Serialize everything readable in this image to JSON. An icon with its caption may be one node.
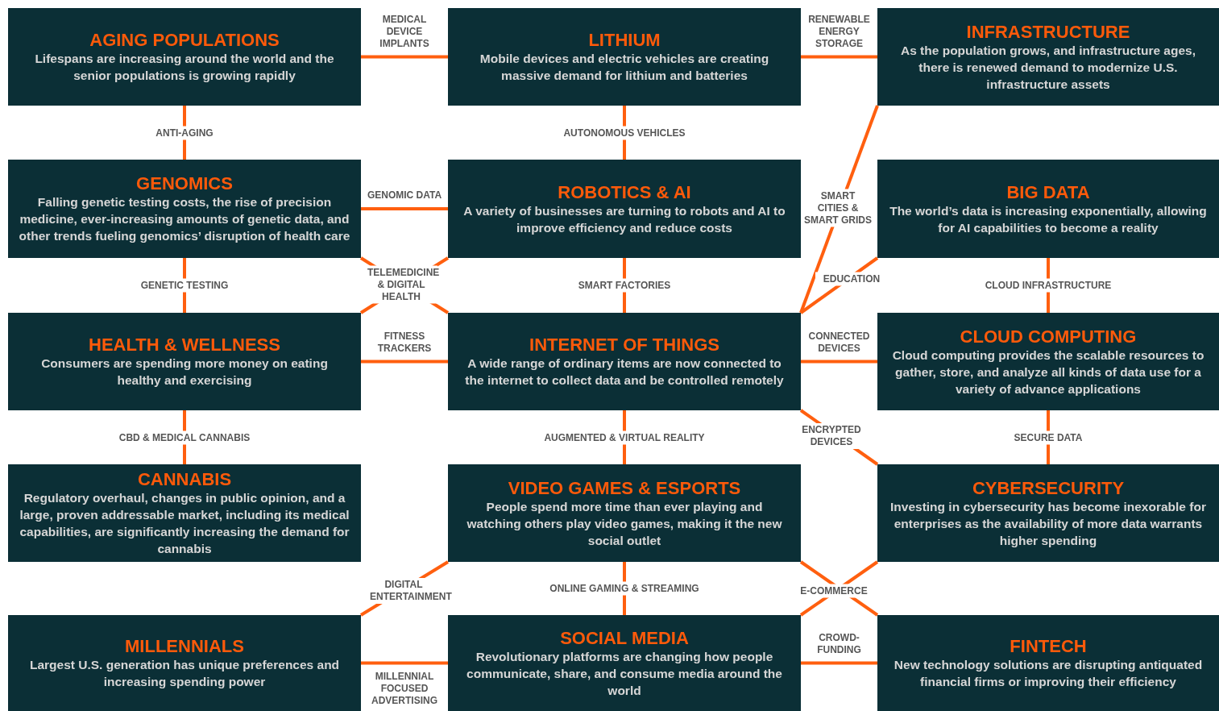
{
  "diagram": {
    "nodes": [
      {
        "text": [
          "AGING POPULATIONS",
          "Lifespans are increasing around the world and the senior populations is growing rapidly"
        ]
      },
      {
        "text": [
          "LITHIUM",
          "Mobile devices and electric vehicles are creating massive demand for lithium and batteries"
        ]
      },
      {
        "text": [
          "INFRASTRUCTURE",
          "As the population grows, and infrastructure ages, there is renewed demand to modernize U.S. infrastructure assets"
        ]
      },
      {
        "text": [
          "GENOMICS",
          "Falling genetic testing costs, the rise of precision medicine, ever-increasing amounts of genetic data, and other trends fueling genomics’ disruption of health care"
        ]
      },
      {
        "text": [
          "ROBOTICS & AI",
          "A variety of businesses are turning to robots and AI to improve efficiency and reduce costs"
        ]
      },
      {
        "text": [
          "BIG DATA",
          "The world’s data is increasing exponentially, allowing for AI capabilities to become a reality"
        ]
      },
      {
        "text": [
          "HEALTH & WELLNESS",
          "Consumers are spending more money on eating healthy and exercising"
        ]
      },
      {
        "text": [
          "INTERNET OF THINGS",
          "A wide range of ordinary items are now connected to the internet to collect data and be controlled remotely"
        ]
      },
      {
        "text": [
          "CLOUD COMPUTING",
          "Cloud computing provides the scalable resources to gather, store, and analyze all kinds of data use for a variety of advance applications"
        ]
      },
      {
        "text": [
          "CANNABIS",
          "Regulatory overhaul, changes in public opinion, and a large, proven addressable market, including its medical capabilities, are significantly increasing the demand for cannabis"
        ]
      },
      {
        "text": [
          "VIDEO GAMES & ESPORTS",
          "People spend more time than ever playing and watching others play video games, making it the new social outlet"
        ]
      },
      {
        "text": [
          "CYBERSECURITY",
          "Investing in cybersecurity has become inexorable for enterprises as the availability of more data warrants higher spending"
        ]
      },
      {
        "text": [
          "MILLENNIALS",
          "Largest U.S. generation has unique preferences and increasing spending power"
        ]
      },
      {
        "text": [
          "SOCIAL MEDIA",
          "Revolutionary platforms are changing how people communicate, share, and consume media around the world"
        ]
      },
      {
        "text": [
          "FINTECH",
          "New technology solutions are disrupting antiquated financial firms or improving their efficiency"
        ]
      }
    ],
    "edges": [
      {
        "from": 0,
        "to": 1,
        "arrow": "none",
        "label": "MEDICAL DEVICE IMPLANTS"
      },
      {
        "from": 1,
        "to": 2,
        "arrow": "none",
        "label": "RENEWABLE ENERGY STORAGE"
      },
      {
        "from": 0,
        "to": 3,
        "arrow": "none",
        "label": "ANTI-AGING"
      },
      {
        "from": 1,
        "to": 4,
        "arrow": "none",
        "label": "AUTONOMOUS VEHICLES"
      },
      {
        "from": 3,
        "to": 4,
        "arrow": "none",
        "label": "GENOMIC DATA"
      },
      {
        "from": 2,
        "to": 7,
        "arrow": "none",
        "label": "SMART CITIES & SMART GRIDS"
      },
      {
        "from": 3,
        "to": 6,
        "arrow": "none",
        "label": "GENETIC TESTING"
      },
      {
        "from": 3,
        "to": 7,
        "arrow": "none",
        "label": "TELEMEDICINE & DIGITAL HEALTH"
      },
      {
        "from": 4,
        "to": 6,
        "arrow": "none"
      },
      {
        "from": 4,
        "to": 7,
        "arrow": "none",
        "label": "SMART FACTORIES"
      },
      {
        "from": 5,
        "to": 7,
        "arrow": "none",
        "label": "EDUCATION"
      },
      {
        "from": 5,
        "to": 8,
        "arrow": "none",
        "label": "CLOUD INFRASTRUCTURE"
      },
      {
        "from": 6,
        "to": 7,
        "arrow": "none",
        "label": "FITNESS TRACKERS"
      },
      {
        "from": 7,
        "to": 8,
        "arrow": "none",
        "label": "CONNECTED DEVICES"
      },
      {
        "from": 6,
        "to": 9,
        "arrow": "none",
        "label": "CBD & MEDICAL CANNABIS"
      },
      {
        "from": 7,
        "to": 10,
        "arrow": "none",
        "label": "AUGMENTED & VIRTUAL REALITY"
      },
      {
        "from": 7,
        "to": 11,
        "arrow": "none",
        "label": "ENCRYPTED DEVICES"
      },
      {
        "from": 8,
        "to": 11,
        "arrow": "none",
        "label": "SECURE DATA"
      },
      {
        "from": 10,
        "to": 12,
        "arrow": "none",
        "label": "DIGITAL ENTERTAINMENT"
      },
      {
        "from": 10,
        "to": 13,
        "arrow": "none",
        "label": "ONLINE GAMING & STREAMING"
      },
      {
        "from": 10,
        "to": 14,
        "arrow": "none",
        "label": "E-COMMERCE"
      },
      {
        "from": 11,
        "to": 13,
        "arrow": "none"
      },
      {
        "from": 12,
        "to": 13,
        "arrow": "none",
        "label": "MILLENNIAL FOCUSED ADVERTISING"
      },
      {
        "from": 13,
        "to": 14,
        "arrow": "none",
        "label": "CROWD-FUNDING"
      }
    ]
  }
}
